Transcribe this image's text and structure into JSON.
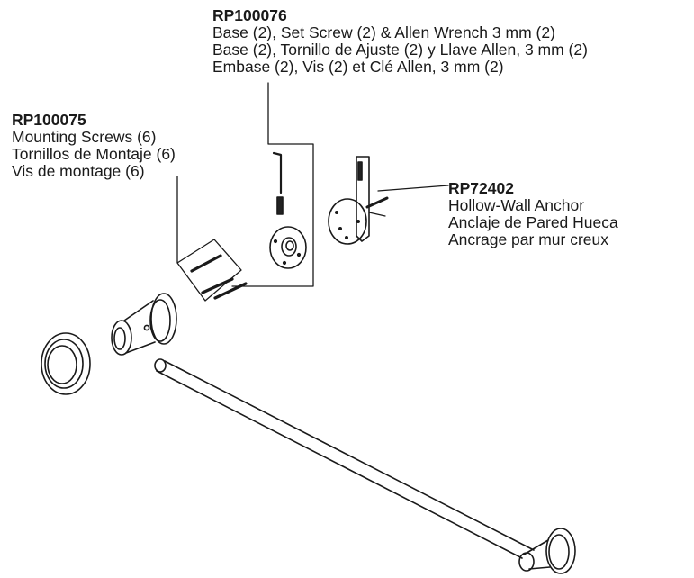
{
  "labels": {
    "base_kit": {
      "code": "RP100076",
      "lines": [
        "Base (2), Set Screw (2) & Allen Wrench 3 mm  (2)",
        "Base (2), Tornillo de Ajuste (2) y Llave Allen, 3 mm (2)",
        "Embase (2), Vis (2) et Clé Allen, 3 mm (2)"
      ]
    },
    "screws": {
      "code": "RP100075",
      "lines": [
        "Mounting Screws (6)",
        "Tornillos de Montaje (6)",
        "Vis de montage (6)"
      ]
    },
    "anchor": {
      "code": "RP72402",
      "lines": [
        "Hollow-Wall Anchor",
        "Anclaje de Pared Hueca",
        "Ancrage par mur creux"
      ]
    }
  }
}
